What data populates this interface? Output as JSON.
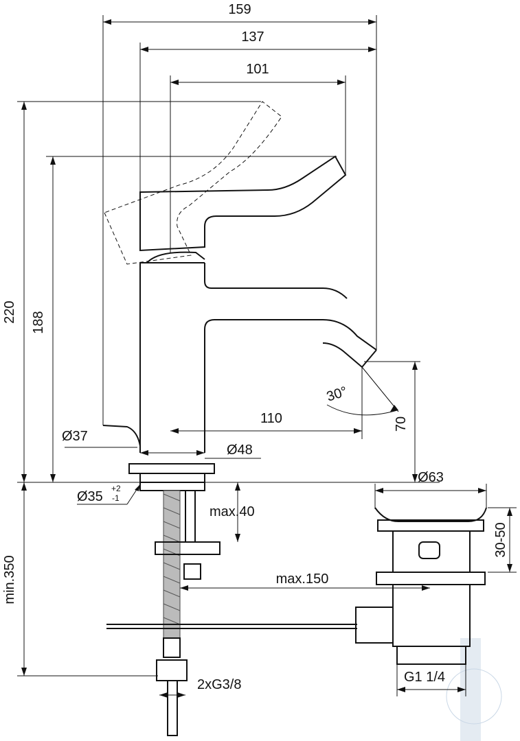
{
  "drawing": {
    "dimensions": {
      "width_total": "159",
      "width_spout": "137",
      "width_lever": "101",
      "height_total": "220",
      "height_spout": "188",
      "spout_projection": "110",
      "hole_min": "Ø37",
      "base_diameter": "Ø48",
      "hole_diameter": "Ø35",
      "hole_tol_plus": "+2",
      "hole_tol_minus": "-1",
      "deck_max": "max.40",
      "below_min": "min.350",
      "tail_reach": "max.150",
      "connections": "2xG3/8",
      "angle": "30°",
      "outlet_height": "70",
      "waste_diameter": "Ø63",
      "waste_height": "30-50",
      "waste_thread": "G1 1/4"
    },
    "colors": {
      "line": "#111111",
      "hose": "#bbbbbb",
      "watermark": "#c9d7e6"
    }
  }
}
